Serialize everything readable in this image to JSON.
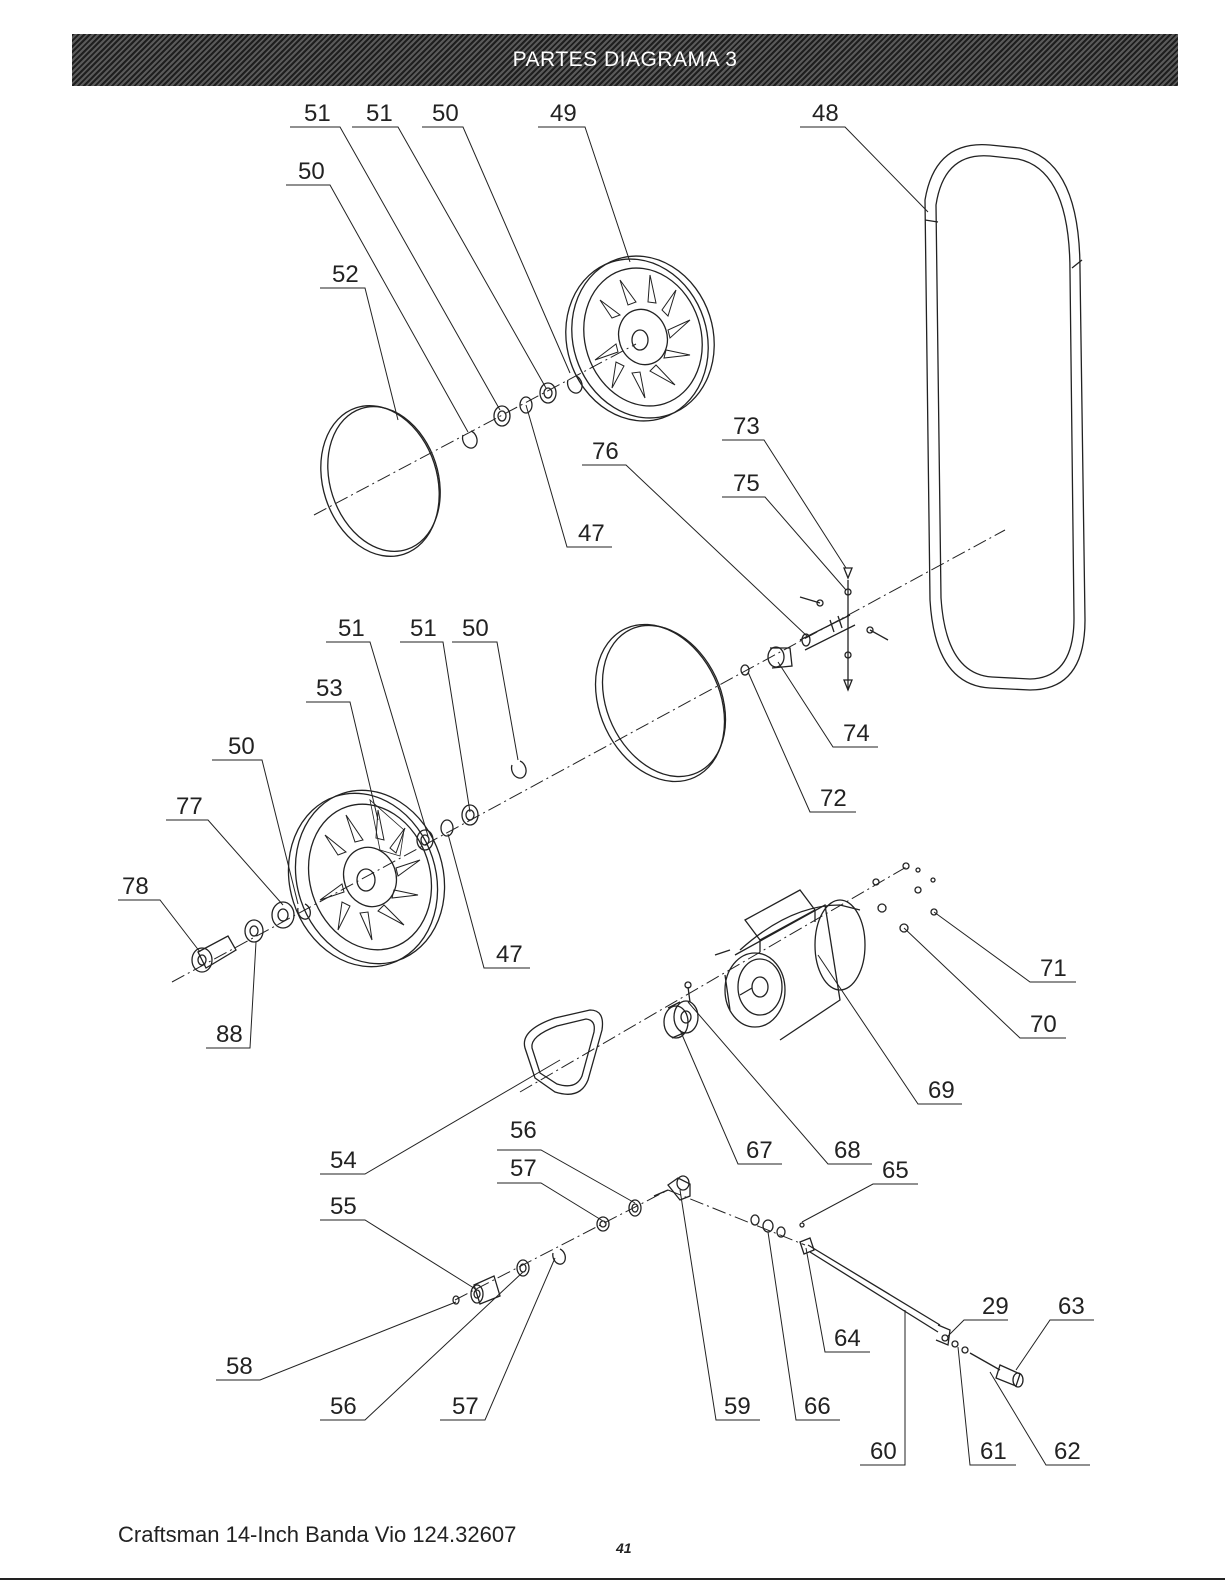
{
  "header": {
    "title": "PARTES DIAGRAMA 3"
  },
  "labels": [
    {
      "id": "l51a",
      "text": "51"
    },
    {
      "id": "l51b",
      "text": "51"
    },
    {
      "id": "l50a",
      "text": "50"
    },
    {
      "id": "l49",
      "text": "49"
    },
    {
      "id": "l48",
      "text": "48"
    },
    {
      "id": "l50b",
      "text": "50"
    },
    {
      "id": "l52",
      "text": "52"
    },
    {
      "id": "l47a",
      "text": "47"
    },
    {
      "id": "l76",
      "text": "76"
    },
    {
      "id": "l73",
      "text": "73"
    },
    {
      "id": "l75",
      "text": "75"
    },
    {
      "id": "l74",
      "text": "74"
    },
    {
      "id": "l72",
      "text": "72"
    },
    {
      "id": "l51c",
      "text": "51"
    },
    {
      "id": "l51d",
      "text": "51"
    },
    {
      "id": "l50c",
      "text": "50"
    },
    {
      "id": "l53",
      "text": "53"
    },
    {
      "id": "l50d",
      "text": "50"
    },
    {
      "id": "l77",
      "text": "77"
    },
    {
      "id": "l78",
      "text": "78"
    },
    {
      "id": "l47b",
      "text": "47"
    },
    {
      "id": "l88",
      "text": "88"
    },
    {
      "id": "l71",
      "text": "71"
    },
    {
      "id": "l70",
      "text": "70"
    },
    {
      "id": "l69",
      "text": "69"
    },
    {
      "id": "l54",
      "text": "54"
    },
    {
      "id": "l56a",
      "text": "56"
    },
    {
      "id": "l57a",
      "text": "57"
    },
    {
      "id": "l67",
      "text": "67"
    },
    {
      "id": "l68",
      "text": "68"
    },
    {
      "id": "l65",
      "text": "65"
    },
    {
      "id": "l55",
      "text": "55"
    },
    {
      "id": "l58",
      "text": "58"
    },
    {
      "id": "l56b",
      "text": "56"
    },
    {
      "id": "l57b",
      "text": "57"
    },
    {
      "id": "l59",
      "text": "59"
    },
    {
      "id": "l66",
      "text": "66"
    },
    {
      "id": "l64",
      "text": "64"
    },
    {
      "id": "l29",
      "text": "29"
    },
    {
      "id": "l63",
      "text": "63"
    },
    {
      "id": "l60",
      "text": "60"
    },
    {
      "id": "l61",
      "text": "61"
    },
    {
      "id": "l62",
      "text": "62"
    }
  ],
  "footer": {
    "model": "Craftsman 14-Inch Banda Vio 124.32607",
    "page_number": "41"
  }
}
